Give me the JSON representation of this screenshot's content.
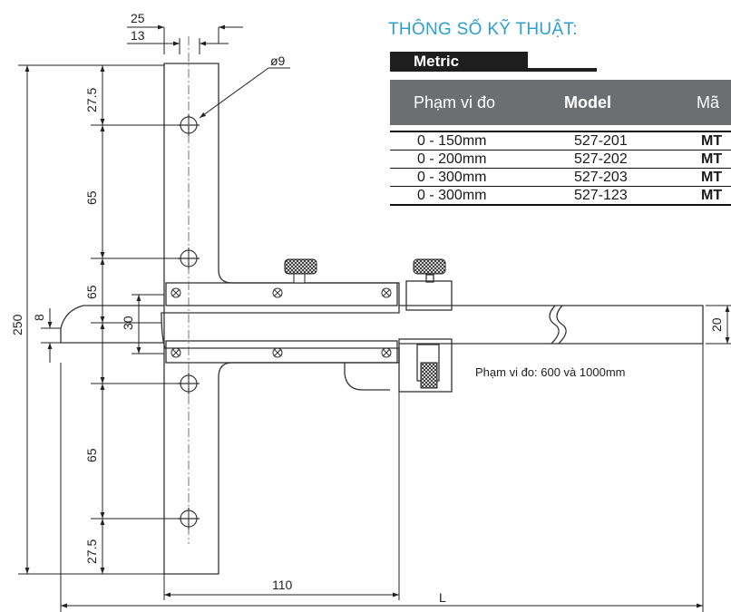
{
  "spec": {
    "title": "THÔNG SỐ KỸ THUẬT:",
    "tab": "Metric",
    "headers": [
      "Phạm vi đo",
      "Model",
      "Mã"
    ],
    "rows": [
      [
        "0 - 150mm",
        "527-201",
        "MT"
      ],
      [
        "0 - 200mm",
        "527-202",
        "MT"
      ],
      [
        "0 - 300mm",
        "527-203",
        "MT"
      ],
      [
        "0 - 300mm",
        "527-123",
        "MT"
      ]
    ]
  },
  "drawing": {
    "dims": {
      "d25": "25",
      "d13": "13",
      "hole": "ø9",
      "d27_5_top": "27.5",
      "d65_a": "65",
      "d65_b": "65",
      "d250": "250",
      "d8": "8",
      "d30": "30",
      "d65_c": "65",
      "d27_5_bot": "27.5",
      "d110": "110",
      "dL": "L",
      "d20": "20"
    },
    "note": "Phạm vi đo: 600 và 1000mm"
  }
}
